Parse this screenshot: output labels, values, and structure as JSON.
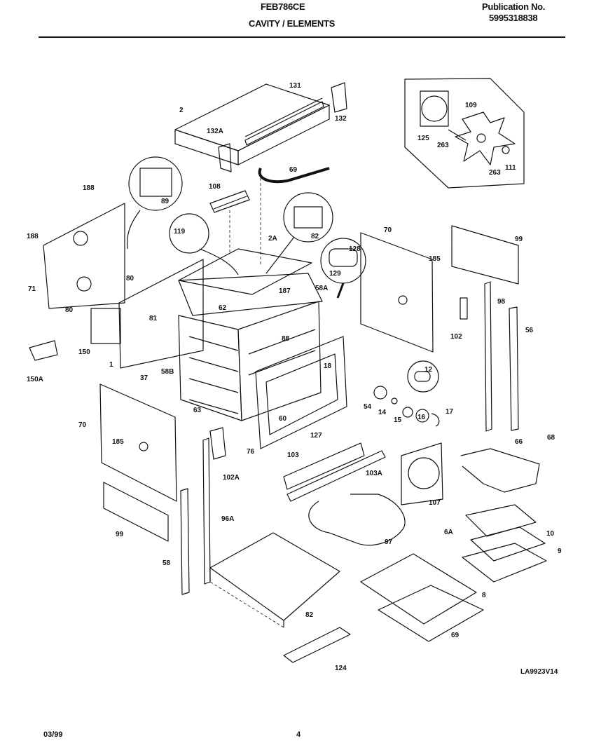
{
  "header": {
    "model": "FEB786CE",
    "section": "CAVITY / ELEMENTS",
    "pub_label": "Publication No.",
    "pub_number": "5995318838"
  },
  "diagram_code": "LA9923V14",
  "footer": {
    "date": "03/99",
    "page": "4"
  },
  "parts": [
    "131",
    "2",
    "132",
    "132A",
    "69",
    "108",
    "89",
    "188",
    "188",
    "71",
    "80",
    "80",
    "81",
    "119",
    "82",
    "2A",
    "128",
    "129",
    "62",
    "187",
    "58A",
    "70",
    "185",
    "99",
    "102",
    "98",
    "56",
    "150",
    "150A",
    "88",
    "12",
    "58B",
    "18",
    "63",
    "1",
    "37",
    "70",
    "185",
    "99",
    "102A",
    "60",
    "127",
    "54",
    "14",
    "15",
    "16",
    "17",
    "76",
    "103",
    "103A",
    "107",
    "66",
    "68",
    "96A",
    "58",
    "97",
    "6A",
    "10",
    "9",
    "82",
    "8",
    "69",
    "124",
    "125",
    "109",
    "263",
    "263",
    "111"
  ]
}
